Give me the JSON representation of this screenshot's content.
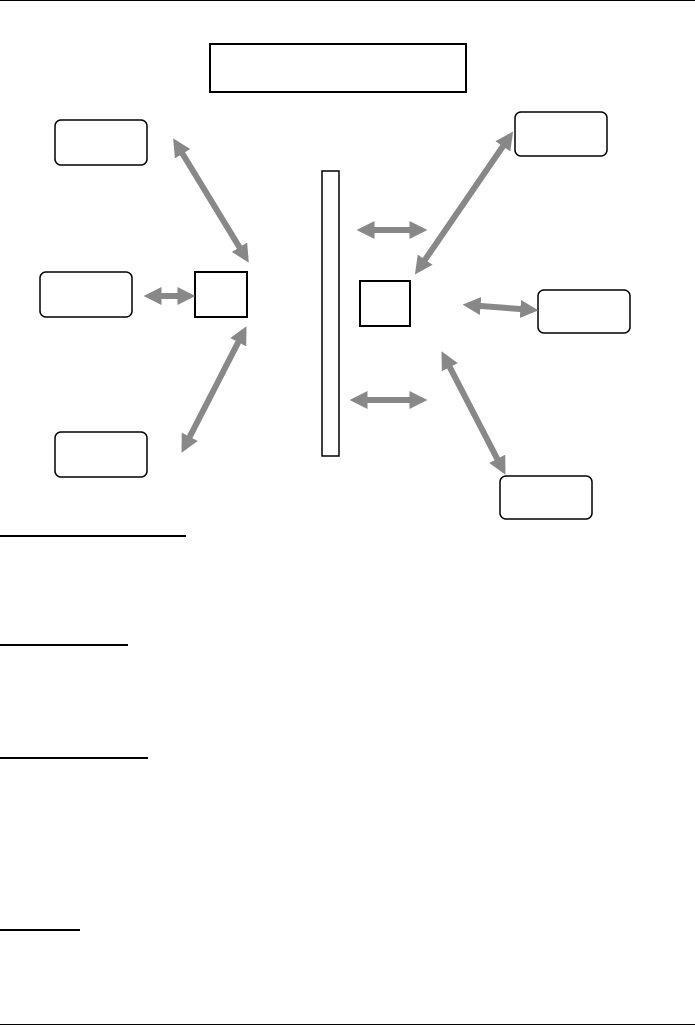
{
  "diagram": {
    "title_box": {
      "label": ""
    },
    "left_boxes": [
      {
        "name": "left-box-top",
        "label": ""
      },
      {
        "name": "left-box-middle",
        "label": ""
      },
      {
        "name": "left-box-bottom",
        "label": ""
      }
    ],
    "right_boxes": [
      {
        "name": "right-box-top",
        "label": ""
      },
      {
        "name": "right-box-middle",
        "label": ""
      },
      {
        "name": "right-box-bottom",
        "label": ""
      }
    ],
    "arrow_color": "#888888",
    "box_stroke": "#000000"
  },
  "sections": [
    {
      "heading": ""
    },
    {
      "heading": ""
    },
    {
      "heading": ""
    },
    {
      "heading": ""
    }
  ]
}
